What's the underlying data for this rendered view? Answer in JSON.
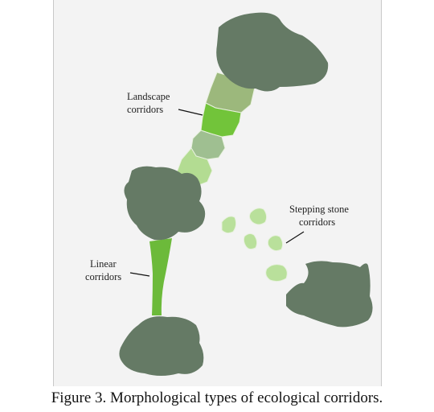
{
  "labels": {
    "landscape_line1": "Landscape",
    "landscape_line2": "corridors",
    "stepping_line1": "Stepping stone",
    "stepping_line2": "corridors",
    "linear_line1": "Linear",
    "linear_line2": "corridors"
  },
  "caption": "Figure 3. Morphological types of ecological corridors.",
  "colors": {
    "patch": "#657a65",
    "linear_corridor": "#6cba3a",
    "landscape_seg1": "#9cb87c",
    "landscape_seg2": "#72c43a",
    "landscape_seg3": "#9fbf91",
    "landscape_seg4": "#b3dc92",
    "stepping_stone": "#b9e09b"
  }
}
